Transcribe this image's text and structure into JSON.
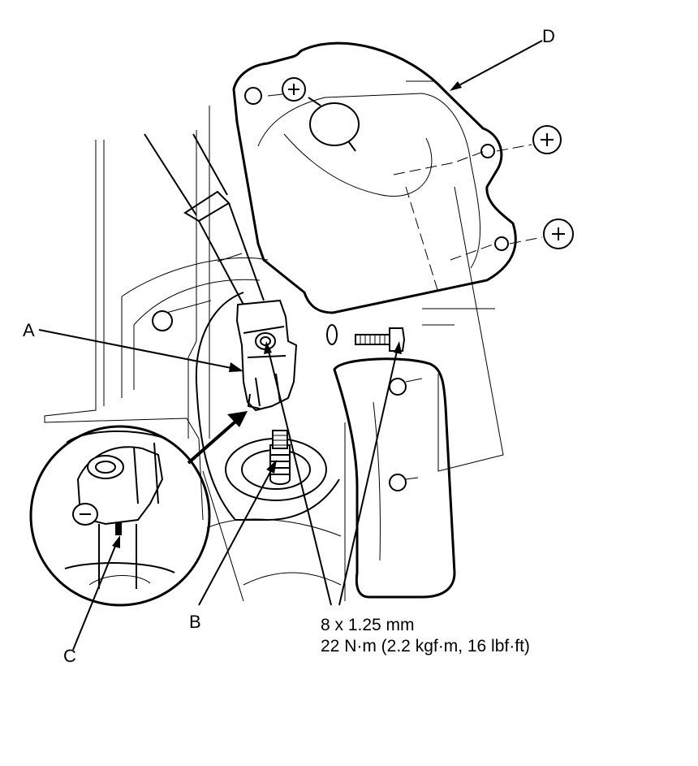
{
  "callouts": {
    "A": "A",
    "B": "B",
    "C": "C",
    "D": "D"
  },
  "bolt_spec": {
    "size": "8 x 1.25 mm",
    "torque": "22 N·m (2.2 kgf·m, 16 lbf·ft)"
  }
}
